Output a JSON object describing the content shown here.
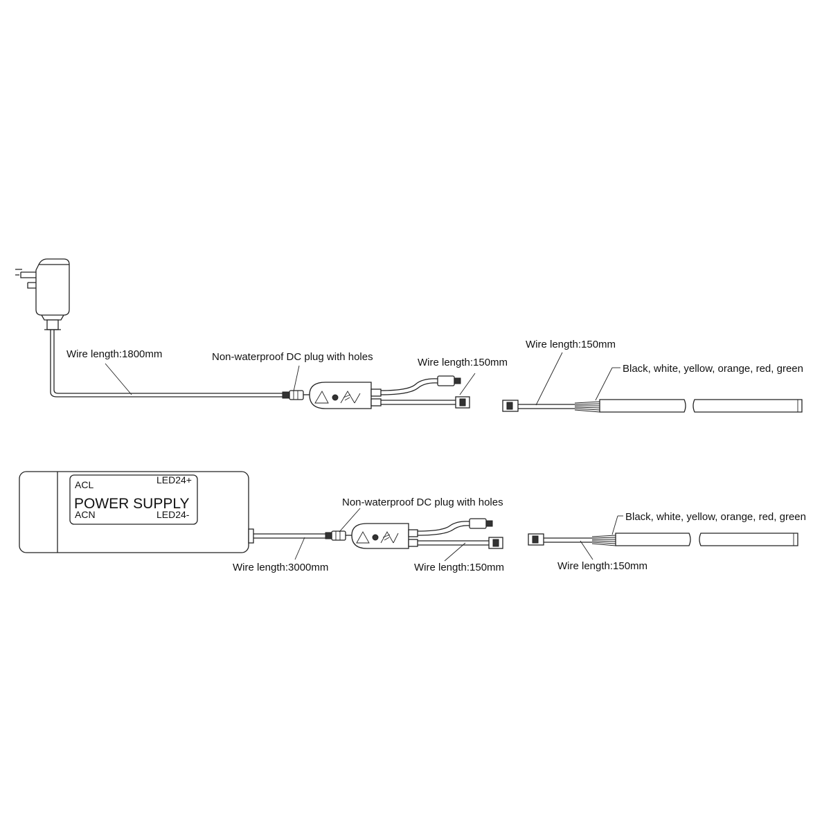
{
  "top": {
    "wire_main": "Wire length:1800mm",
    "dc_plug": "Non-waterproof DC plug with holes",
    "wire_branch": "Wire length:150mm",
    "wire_strip": "Wire length:150mm",
    "colors": "Black, white, yellow, orange, red, green"
  },
  "bottom": {
    "psu": {
      "title": "POWER SUPPLY",
      "acl": "ACL",
      "acn": "ACN",
      "led_pos": "LED24+",
      "led_neg": "LED24-"
    },
    "dc_plug": "Non-waterproof DC plug with holes",
    "wire_main": "Wire length:3000mm",
    "wire_branch": "Wire length:150mm",
    "wire_strip": "Wire length:150mm",
    "colors": "Black, white, yellow, orange, red, green"
  }
}
